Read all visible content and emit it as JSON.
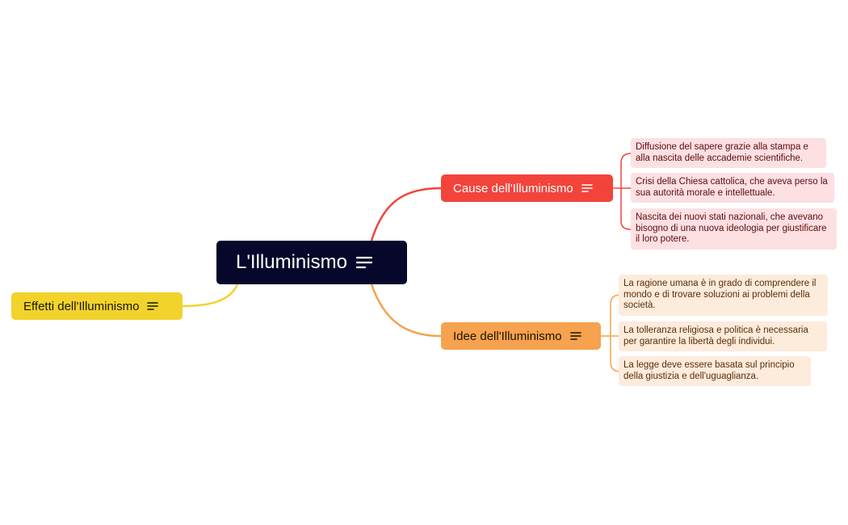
{
  "root": {
    "label": "L'Illuminismo"
  },
  "branches": {
    "cause": {
      "label": "Cause dell'Illuminismo",
      "items": [
        "Diffusione del sapere grazie alla stampa e alla nascita delle accademie scientifiche.",
        "Crisi della Chiesa cattolica, che aveva perso la sua autorità morale e intellettuale.",
        "Nascita dei nuovi stati nazionali, che avevano bisogno di una nuova ideologia per giustificare il loro potere."
      ]
    },
    "idee": {
      "label": "Idee dell'Illuminismo",
      "items": [
        "La ragione umana è in grado di comprendere il mondo e di trovare soluzioni ai problemi della società.",
        "La tolleranza religiosa e politica è necessaria per garantire la libertà degli individui.",
        "La legge deve essere basata sul principio della giustizia e dell'uguaglianza."
      ]
    },
    "effetti": {
      "label": "Effetti dell'Illuminismo"
    }
  },
  "icons": {
    "notes": "notes-lines-icon"
  },
  "colors": {
    "root": "#07072b",
    "cause": "#f2443b",
    "idee": "#f6a24f",
    "effetti": "#f1d32c",
    "cause_sub": "#fde0e2",
    "idee_sub": "#fdebdc"
  }
}
